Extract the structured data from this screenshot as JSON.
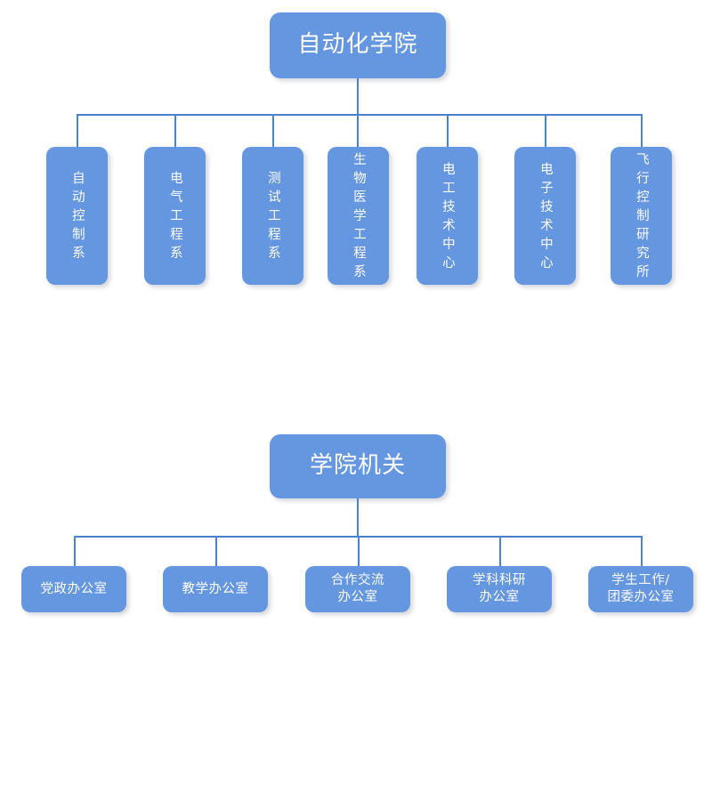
{
  "page": {
    "title": "自动化学院组织结构图",
    "background": "#ffffff"
  },
  "theme": {
    "node_fill": "#6596e0",
    "node_text": "#ffffff",
    "connector": "#4a82cb",
    "shadow": "rgba(120,130,145,0.32)"
  },
  "charts": [
    {
      "id": "academic-units",
      "root": {
        "label": "自动化学院"
      },
      "children": [
        {
          "label": "自动控制系"
        },
        {
          "label": "电气工程系"
        },
        {
          "label": "测试工程系"
        },
        {
          "label": "生物医学工程系"
        },
        {
          "label": "电工技术中心"
        },
        {
          "label": "电子技术中心"
        },
        {
          "label": "飞行控制研究所"
        }
      ]
    },
    {
      "id": "administrative-offices",
      "root": {
        "label": "学院机关"
      },
      "children": [
        {
          "line1": "党政办公室",
          "line2": ""
        },
        {
          "line1": "教学办公室",
          "line2": ""
        },
        {
          "line1": "合作交流",
          "line2": "办公室"
        },
        {
          "line1": "学科科研",
          "line2": "办公室"
        },
        {
          "line1": "学生工作/",
          "line2": "团委办公室"
        }
      ]
    }
  ]
}
